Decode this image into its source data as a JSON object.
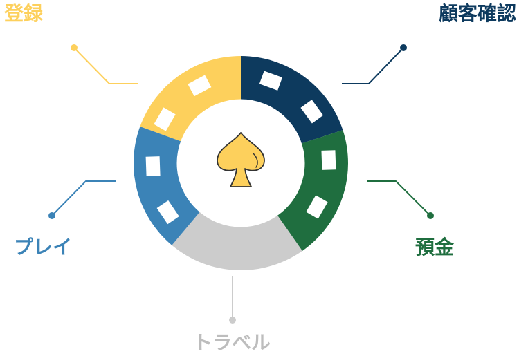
{
  "steps": [
    {
      "id": "register",
      "label": "登録",
      "color": "#fdd05c"
    },
    {
      "id": "kyc",
      "label": "顧客確認",
      "color": "#0d3a5e"
    },
    {
      "id": "deposit",
      "label": "預金",
      "color": "#1f6e3f"
    },
    {
      "id": "travel",
      "label": "トラベル",
      "color": "#cccccc"
    },
    {
      "id": "play",
      "label": "プレイ",
      "color": "#3b83b7"
    }
  ],
  "center_icon": "spade-icon",
  "spade_color": "#fdd05c"
}
